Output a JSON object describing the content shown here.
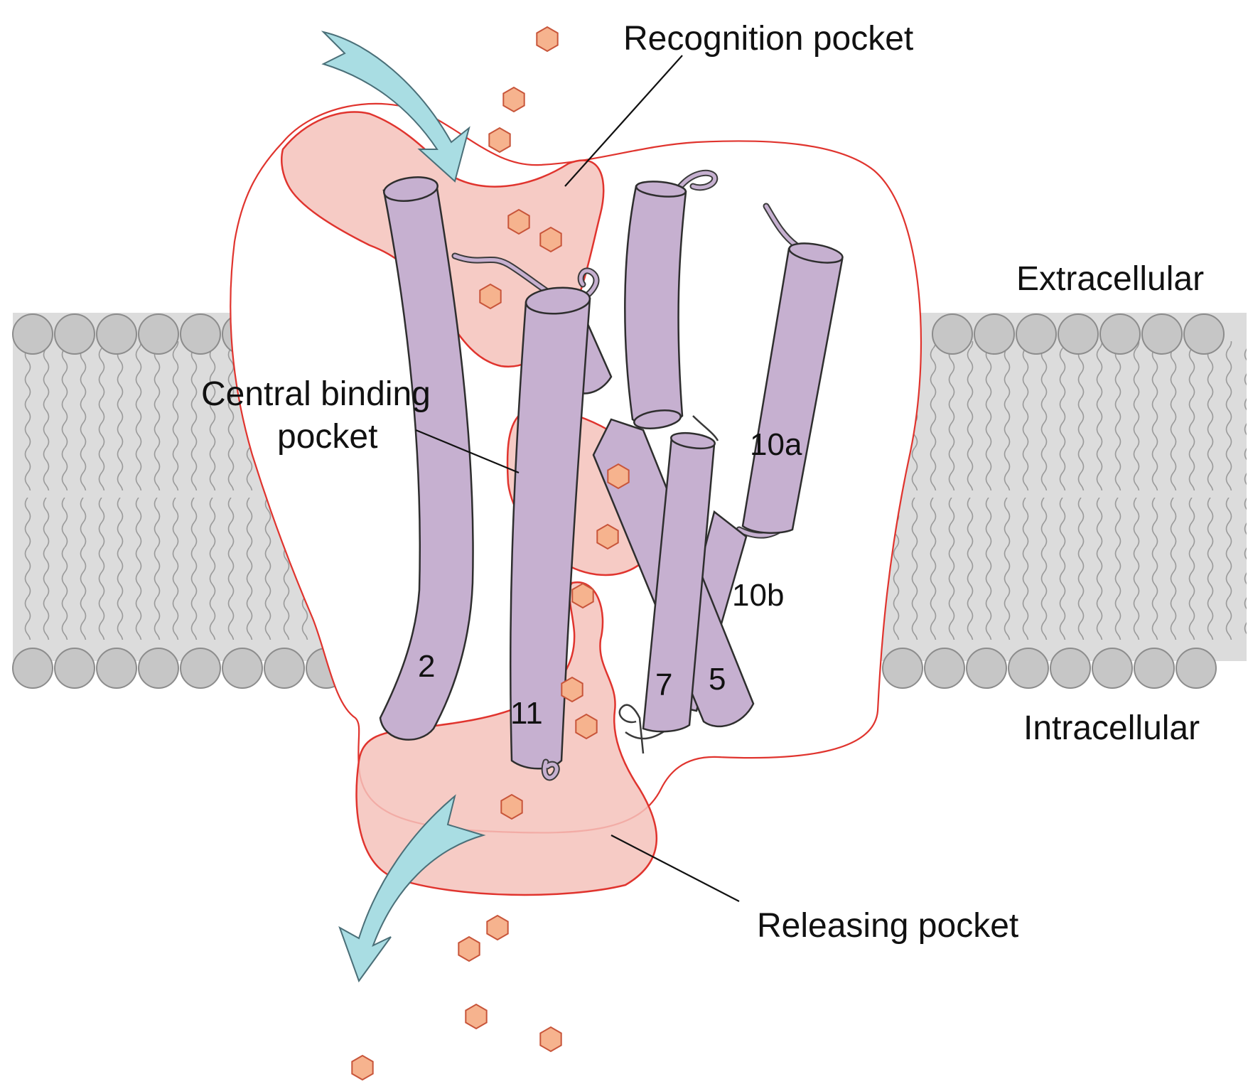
{
  "labels": {
    "recognition_pocket": "Recognition pocket",
    "central_binding_line1": "Central binding",
    "central_binding_line2": "pocket",
    "releasing_pocket": "Releasing pocket",
    "extracellular": "Extracellular",
    "intracellular": "Intracellular"
  },
  "helices": {
    "h2": "2",
    "h11": "11",
    "h7": "7",
    "h5": "5",
    "h10a": "10a",
    "h10b": "10b"
  },
  "colors": {
    "helix": "#c6b0d0",
    "pocket_fill": "#f5c2bb",
    "pocket_outline": "#e0342e",
    "substrate": "#f6b38e",
    "arrow": "#a9dde3",
    "membrane": "#d9d9d9",
    "lipid_head": "#c6c6c6"
  }
}
